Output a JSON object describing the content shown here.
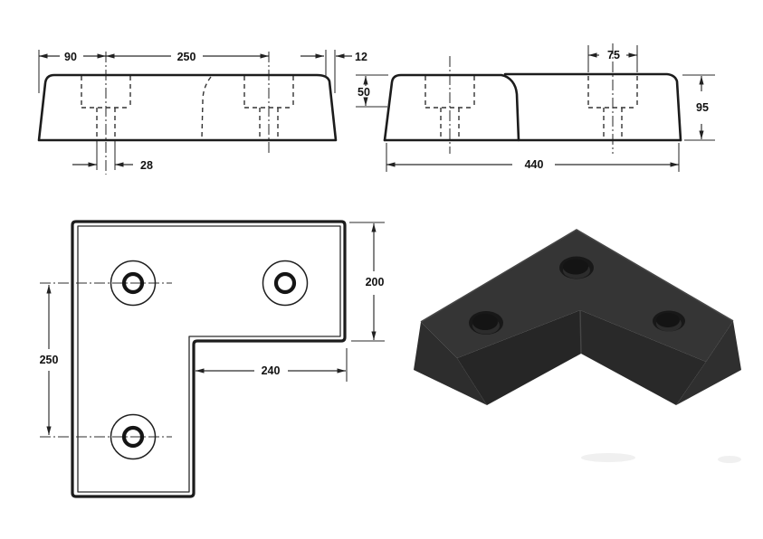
{
  "views": {
    "front_elevation": {
      "dim_edge_to_hole": "90",
      "dim_hole_spacing": "250",
      "dim_top_edge": "12",
      "dim_hole_dia": "28"
    },
    "end_elevation": {
      "dim_counterbore_dia": "75",
      "dim_counterbore_depth": "50",
      "dim_height": "95",
      "dim_overall_length": "440"
    },
    "plan": {
      "dim_arm_width": "200",
      "dim_hole_spacing": "250",
      "dim_inner_edge": "240"
    },
    "isometric": {
      "colors": {
        "top": "#353535",
        "end_left": "#2d2d2d",
        "end_right": "#2f2f2f",
        "front_left": "#262626",
        "front_right": "#292929",
        "hole": "#181818",
        "hole_inner": "#141414",
        "hole_wall": "#2c2c2c",
        "edge_highlight": "#464646",
        "shadow": "#f0f0f0"
      }
    },
    "style": {
      "background": "#ffffff",
      "line_color": "#1c1c1c",
      "dim_color": "#2a2a2a"
    }
  }
}
